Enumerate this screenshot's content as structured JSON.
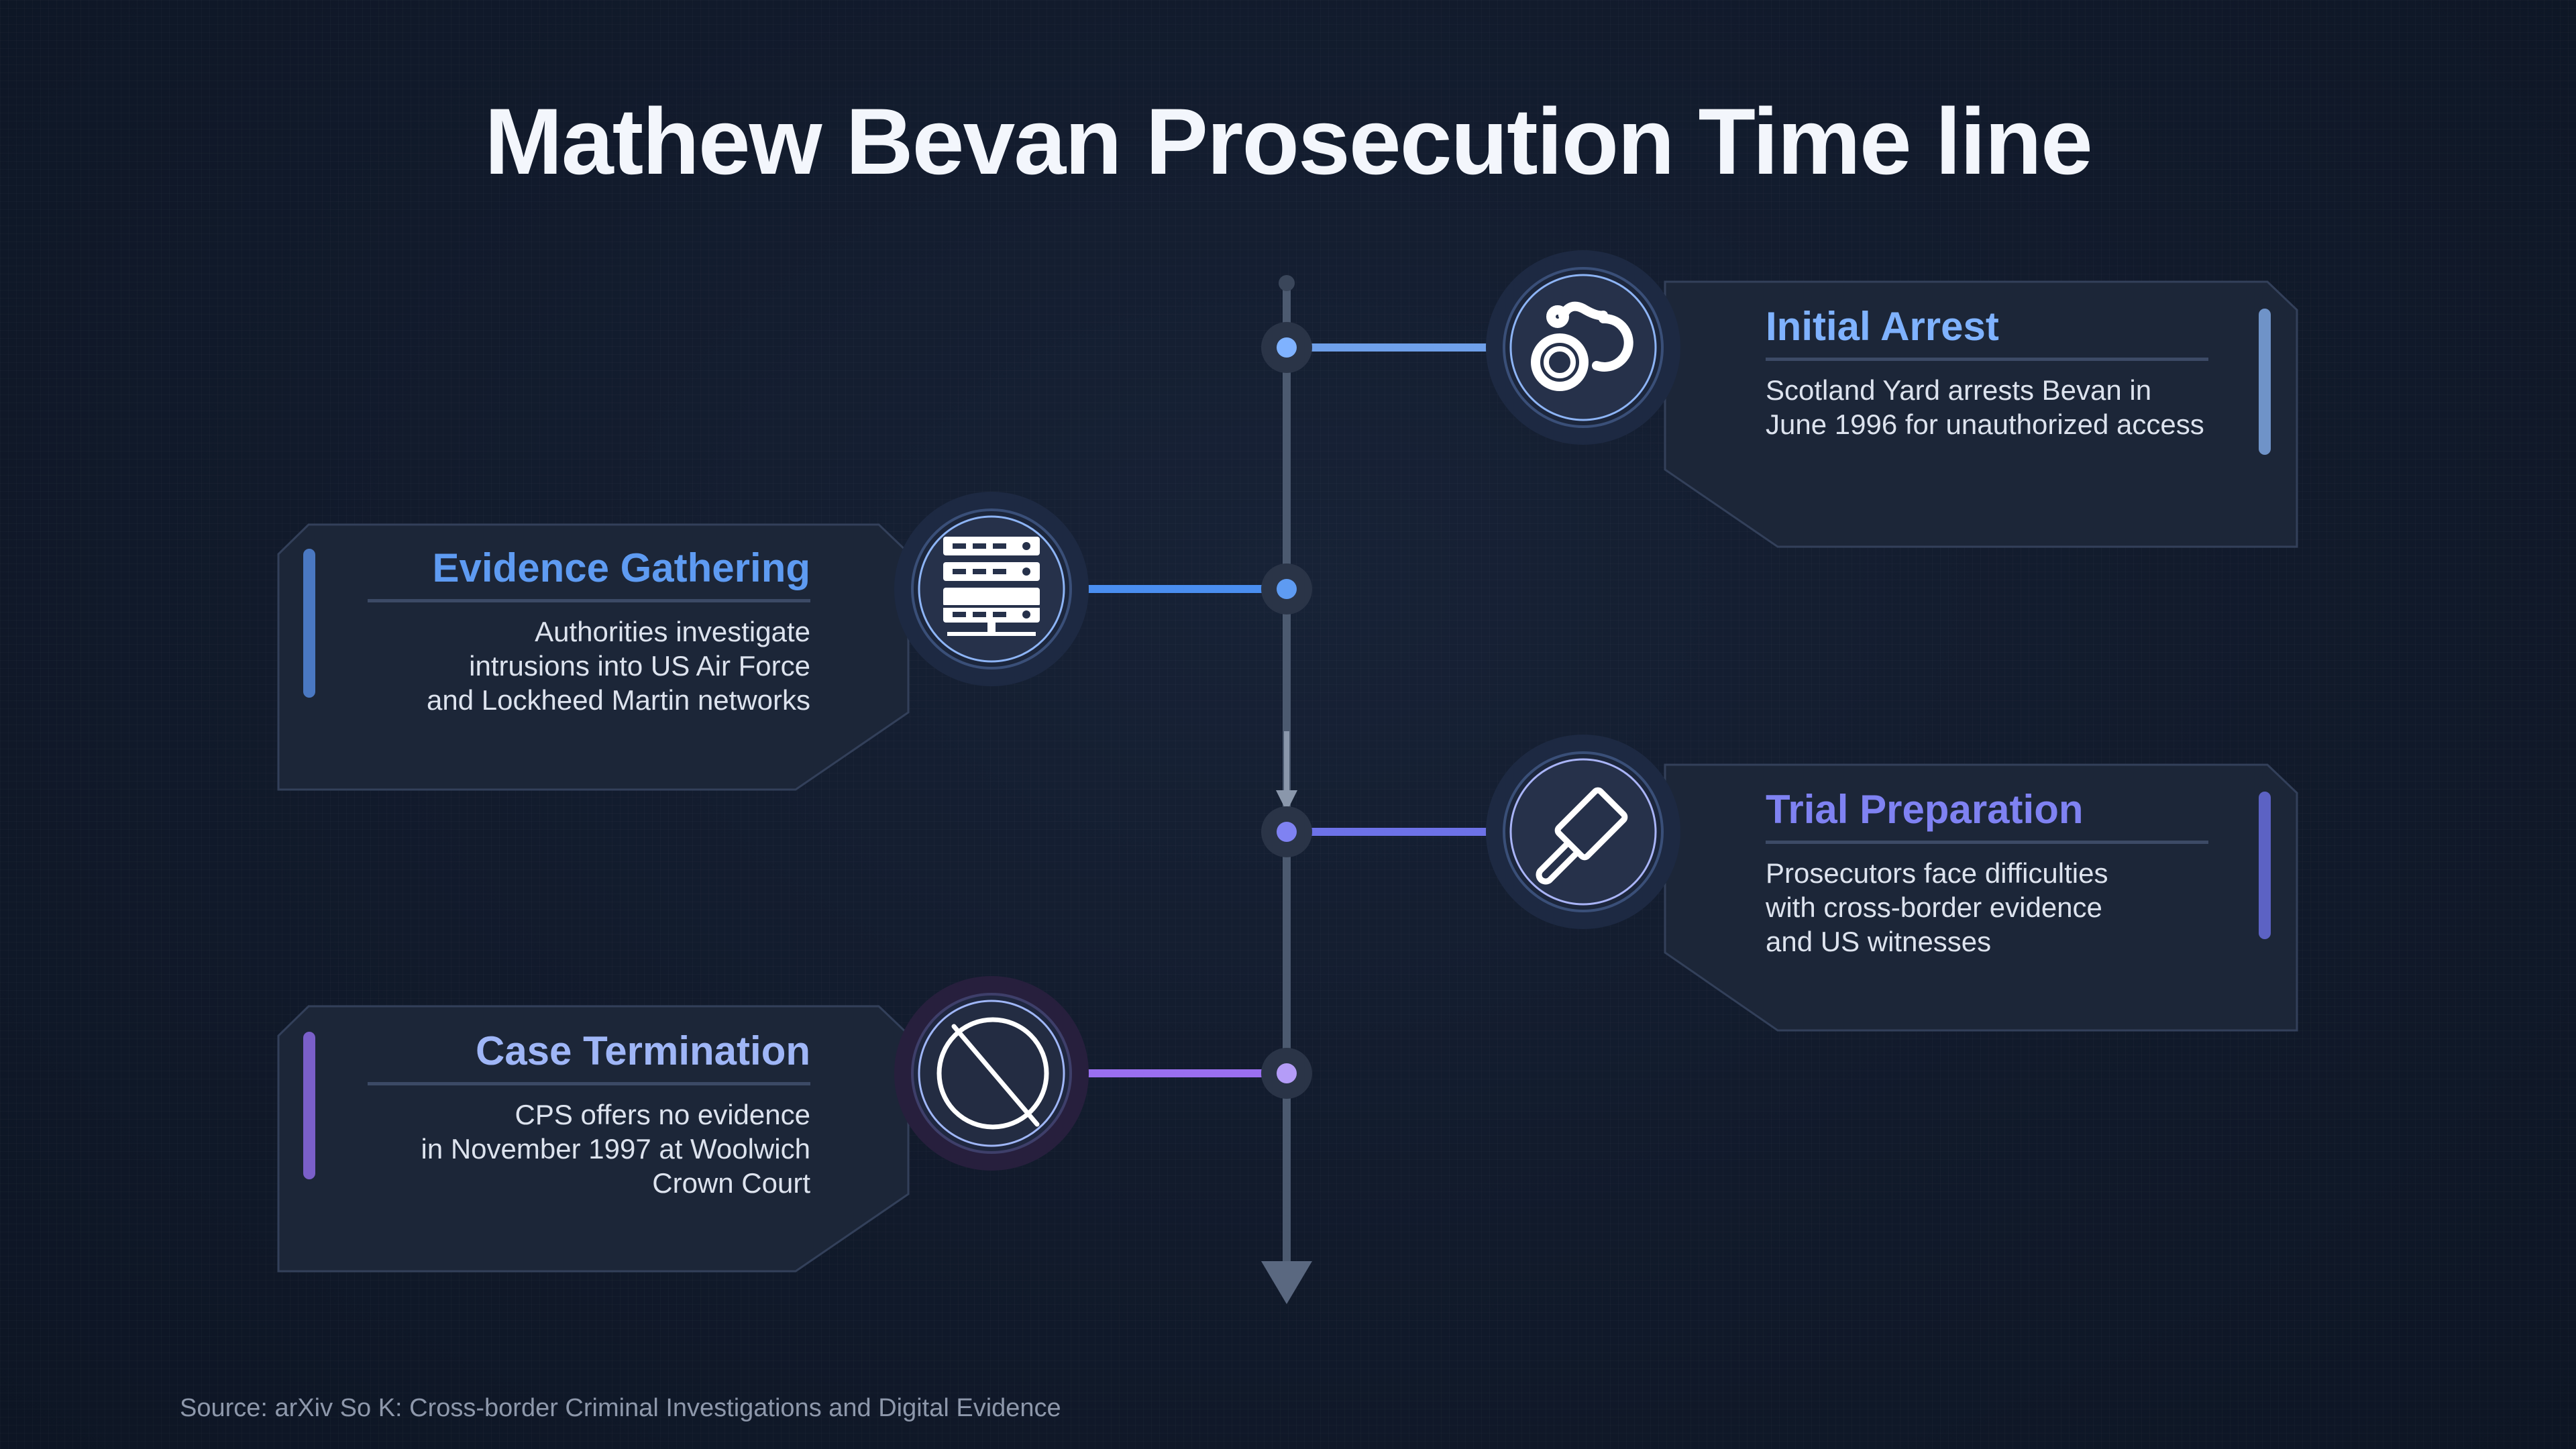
{
  "title": "Mathew Bevan Prosecution Time line",
  "source": "Source: arXiv So K: Cross-border Criminal Investigations and Digital Evidence",
  "events": [
    {
      "title": "Initial Arrest",
      "description": "Scotland Yard arrests Bevan in\nJune 1996 for unauthorized access",
      "icon": "handcuffs-icon",
      "side": "right",
      "color": "#7fb2ff"
    },
    {
      "title": "Evidence Gathering",
      "description": "Authorities investigate\nintrusions into US Air Force\nand Lockheed Martin networks",
      "icon": "server-icon",
      "side": "left",
      "color": "#5e9bf2"
    },
    {
      "title": "Trial Preparation",
      "description": "Prosecutors face difficulties\nwith cross-border evidence\nand US witnesses",
      "icon": "gavel-icon",
      "side": "right",
      "color": "#7f82f2"
    },
    {
      "title": "Case Termination",
      "description": "CPS offers no evidence\nin November 1997 at Woolwich\nCrown Court",
      "icon": "prohibited-icon",
      "side": "left",
      "color": "#9fb6f7"
    }
  ],
  "colors": {
    "spine": "#4c5a70",
    "card_bg": "#1c2638",
    "card_border": "#33405a",
    "accent_bar_1": "#6f93c8",
    "accent_bar_2": "#4a78c2",
    "accent_bar_3": "#5c62c4",
    "accent_bar_4": "#7a5fc9"
  }
}
